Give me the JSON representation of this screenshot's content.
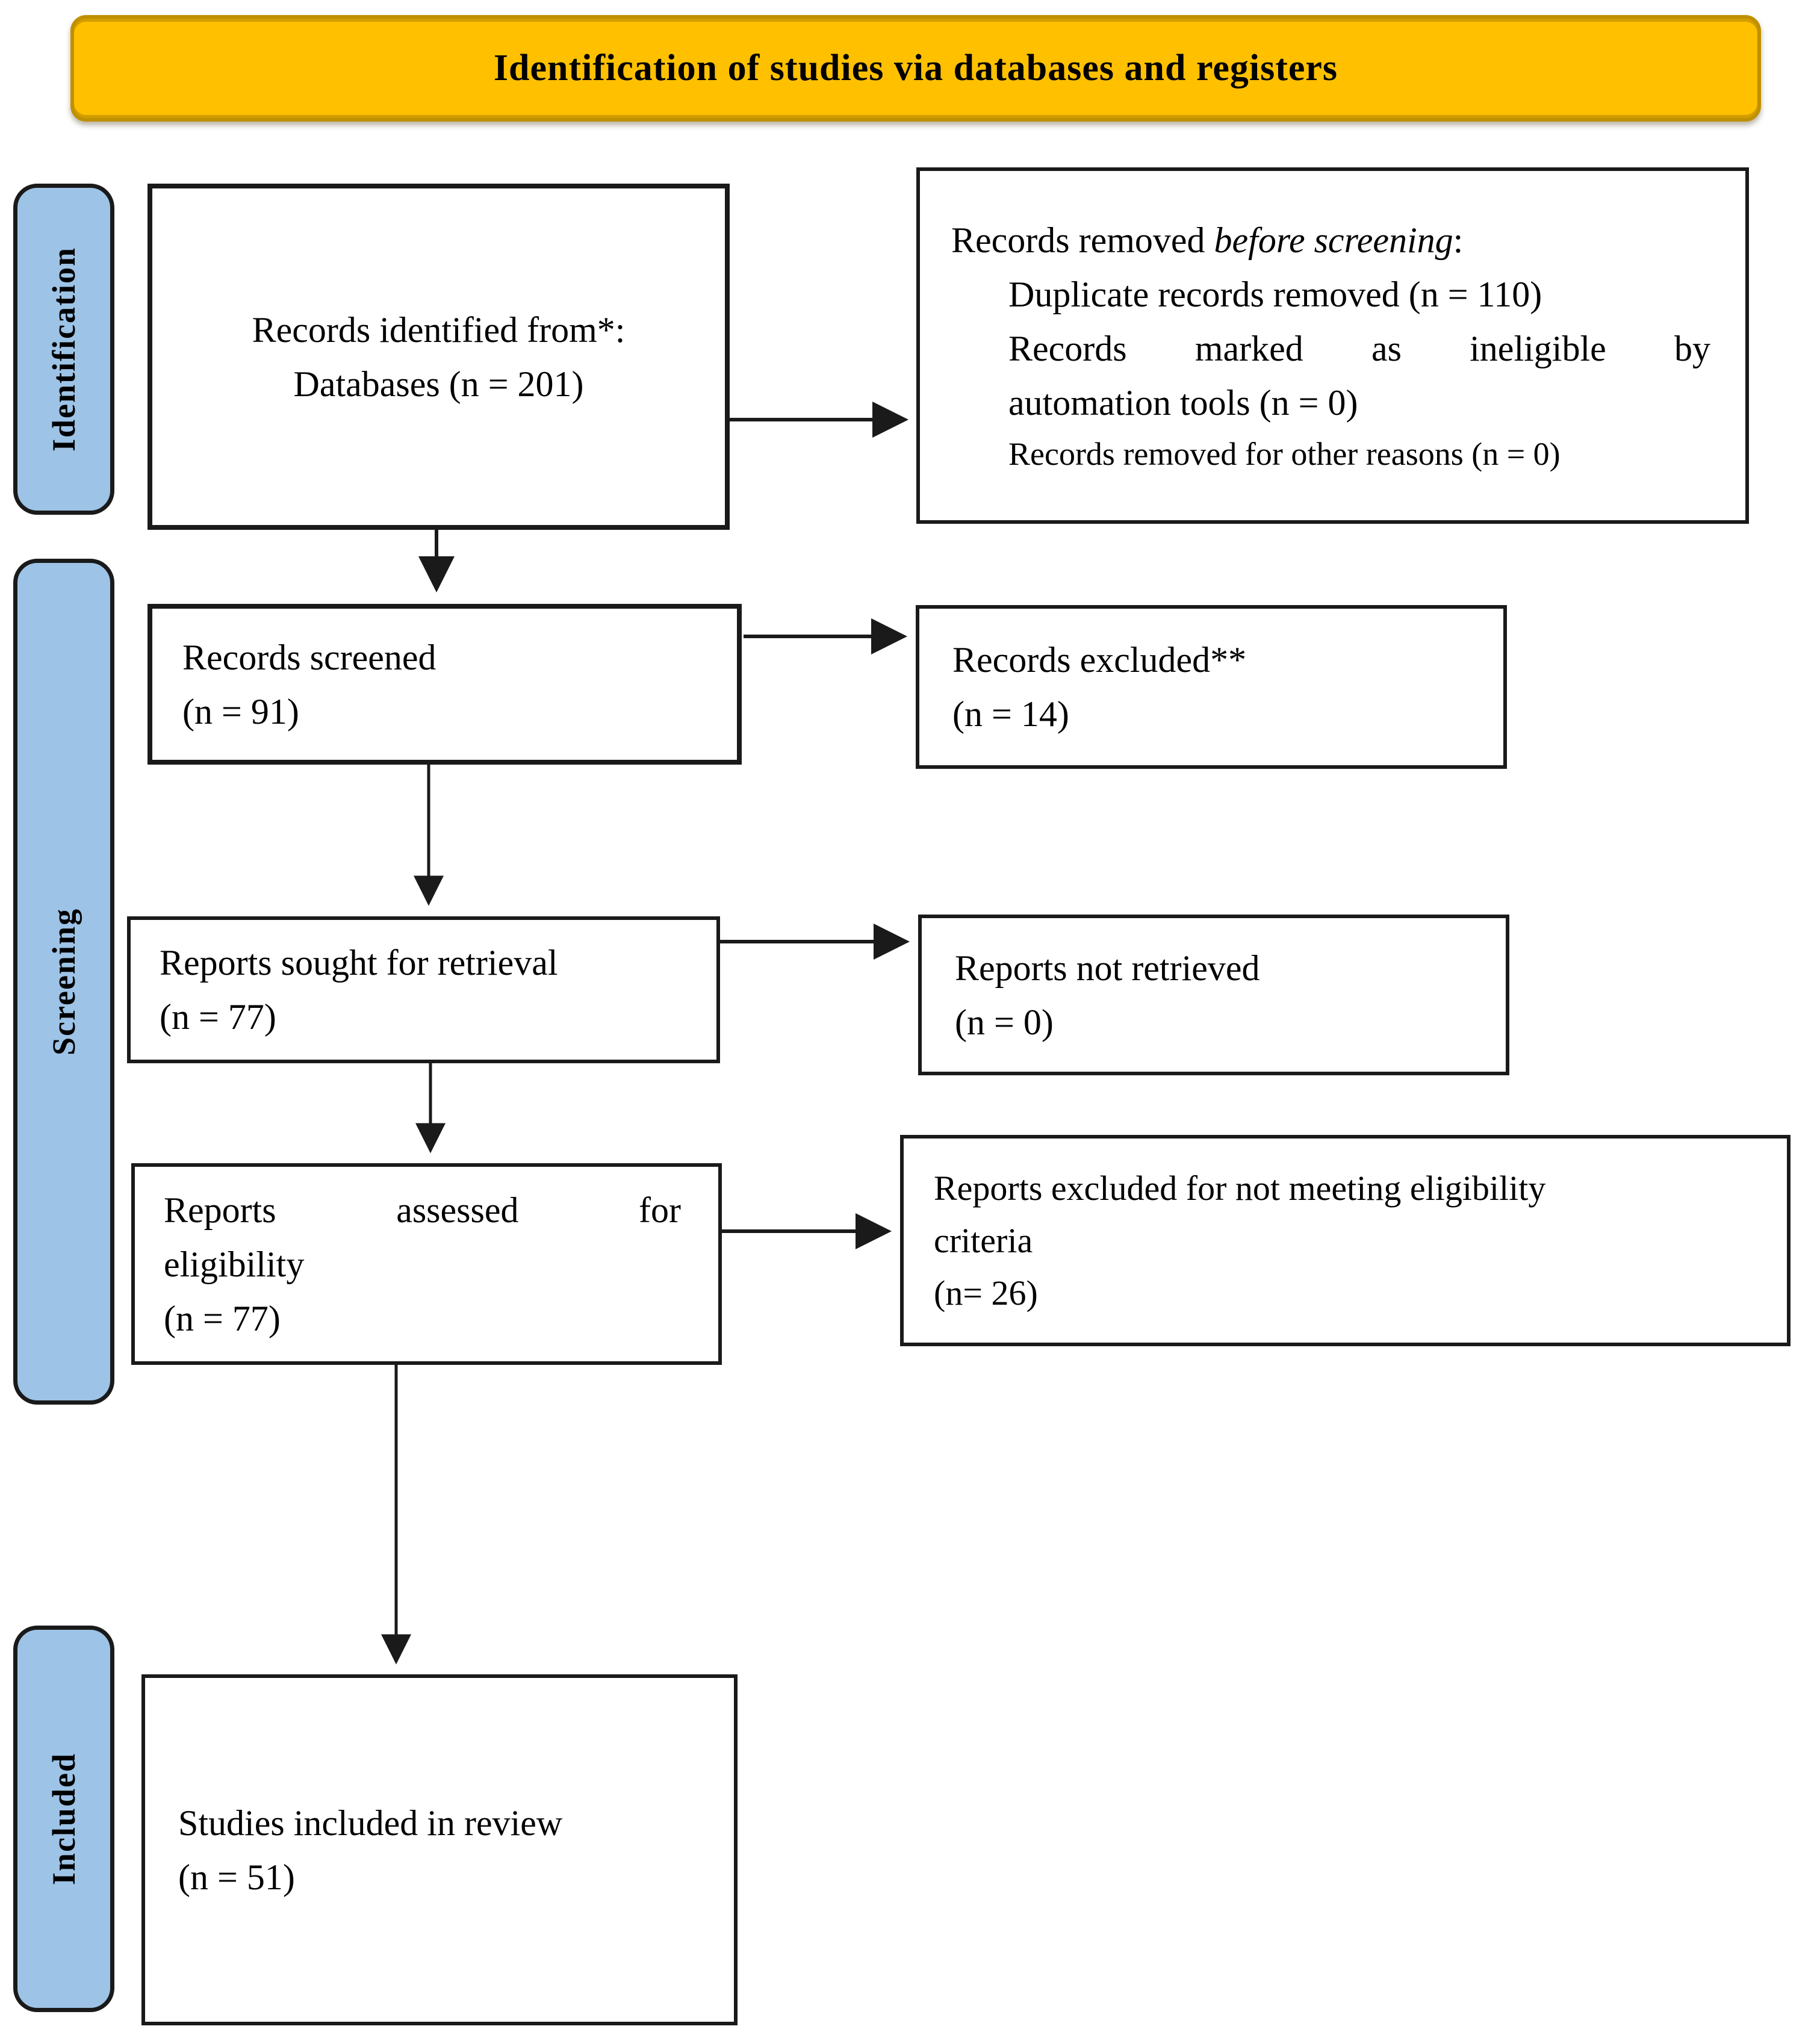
{
  "header": {
    "title": "Identification of studies via databases and registers"
  },
  "stages": [
    {
      "label": "Identification"
    },
    {
      "label": "Screening"
    },
    {
      "label": "Included"
    }
  ],
  "boxes": {
    "identified": {
      "line1": "Records identified from*:",
      "line2": "Databases (n = 201)"
    },
    "removed": {
      "line1_prefix": "Records removed ",
      "line1_italic": "before screening",
      "line1_suffix": ":",
      "item1": "Duplicate records removed (n = 110)",
      "item2_words": [
        "Records",
        "marked",
        "as",
        "ineligible",
        "by"
      ],
      "item2_cont": "automation tools (n = 0)",
      "item3": "Records removed for other reasons (n = 0)"
    },
    "screened": {
      "line1": "Records screened",
      "line2": "(n = 91)"
    },
    "excluded": {
      "line1": "Records excluded**",
      "line2": "(n = 14)"
    },
    "sought": {
      "line1": "Reports sought for retrieval",
      "line2": "(n = 77)"
    },
    "not_retrieved": {
      "line1": "Reports not retrieved",
      "line2": "(n = 0)"
    },
    "assessed": {
      "line1_words": [
        "Reports",
        "assessed",
        "for"
      ],
      "line2": "eligibility",
      "line3": "(n = 77)"
    },
    "excluded_eligibility": {
      "line1": "Reports excluded for not meeting eligibility",
      "line2": "criteria",
      "line3": "(n= 26)"
    },
    "included": {
      "line1": "Studies included in review",
      "line2": "(n = 51)"
    }
  },
  "colors": {
    "header_bg": "#FFC000",
    "header_border": "#BF9000",
    "stage_bg": "#9DC3E6",
    "stage_border": "#1a1a1a",
    "box_border": "#1a1a1a",
    "arrow": "#1a1a1a",
    "text": "#000000"
  }
}
